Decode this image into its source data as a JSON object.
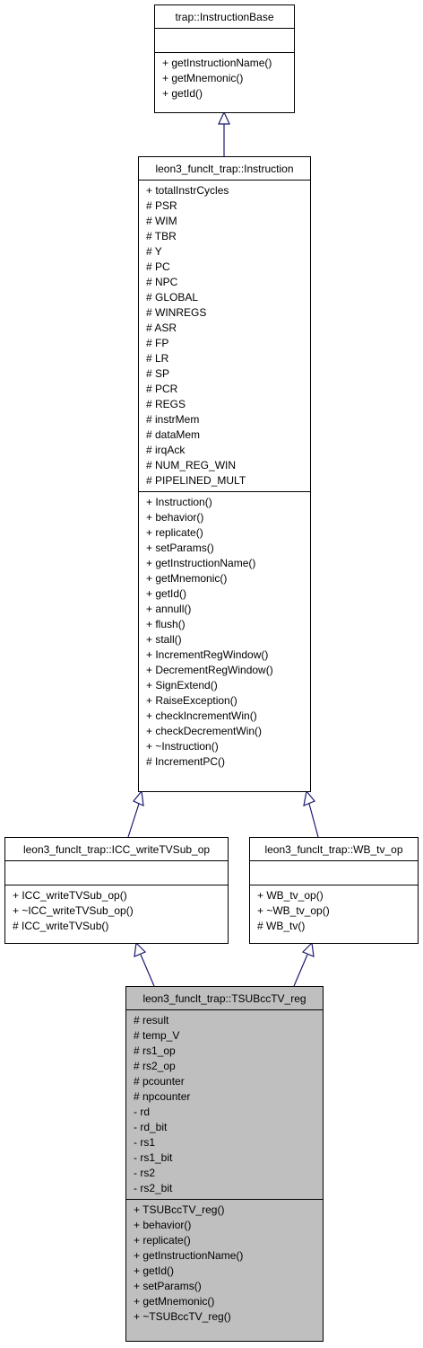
{
  "classes": {
    "base": {
      "name": "trap::InstructionBase",
      "attributes": [],
      "methods": [
        "+ getInstructionName()",
        "+ getMnemonic()",
        "+ getId()"
      ]
    },
    "instruction": {
      "name": "leon3_funclt_trap::Instruction",
      "attributes": [
        "+ totalInstrCycles",
        "# PSR",
        "# WIM",
        "# TBR",
        "# Y",
        "# PC",
        "# NPC",
        "# GLOBAL",
        "# WINREGS",
        "# ASR",
        "# FP",
        "# LR",
        "# SP",
        "# PCR",
        "# REGS",
        "# instrMem",
        "# dataMem",
        "# irqAck",
        "# NUM_REG_WIN",
        "# PIPELINED_MULT"
      ],
      "methods": [
        "+ Instruction()",
        "+ behavior()",
        "+ replicate()",
        "+ setParams()",
        "+ getInstructionName()",
        "+ getMnemonic()",
        "+ getId()",
        "+ annull()",
        "+ flush()",
        "+ stall()",
        "+ IncrementRegWindow()",
        "+ DecrementRegWindow()",
        "+ SignExtend()",
        "+ RaiseException()",
        "+ checkIncrementWin()",
        "+ checkDecrementWin()",
        "+ ~Instruction()",
        "# IncrementPC()"
      ]
    },
    "icc": {
      "name": "leon3_funclt_trap::ICC_writeTVSub_op",
      "attributes": [],
      "methods": [
        "+ ICC_writeTVSub_op()",
        "+ ~ICC_writeTVSub_op()",
        "# ICC_writeTVSub()"
      ]
    },
    "wb": {
      "name": "leon3_funclt_trap::WB_tv_op",
      "attributes": [],
      "methods": [
        "+ WB_tv_op()",
        "+ ~WB_tv_op()",
        "# WB_tv()"
      ]
    },
    "tsub": {
      "name": "leon3_funclt_trap::TSUBccTV_reg",
      "attributes": [
        "# result",
        "# temp_V",
        "# rs1_op",
        "# rs2_op",
        "# pcounter",
        "# npcounter",
        "- rd",
        "- rd_bit",
        "- rs1",
        "- rs1_bit",
        "- rs2",
        "- rs2_bit"
      ],
      "methods": [
        "+ TSUBccTV_reg()",
        "+ behavior()",
        "+ replicate()",
        "+ getInstructionName()",
        "+ getId()",
        "+ setParams()",
        "+ getMnemonic()",
        "+ ~TSUBccTV_reg()"
      ]
    }
  },
  "colors": {
    "edge": "#191970",
    "focus_fill": "#bfbfbf"
  }
}
